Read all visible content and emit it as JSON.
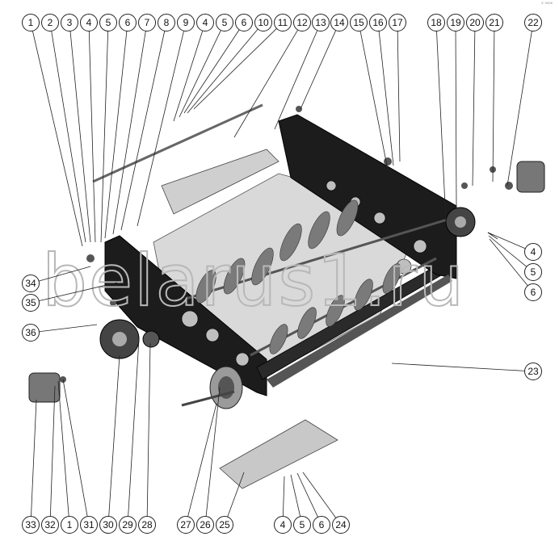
{
  "diagram": {
    "watermark": "belarus1.ru",
    "corner_code": "4° 0006",
    "top_labels": [
      "1",
      "2",
      "3",
      "4",
      "5",
      "6",
      "7",
      "8",
      "9",
      "4",
      "5",
      "6",
      "10",
      "11",
      "12",
      "13",
      "14",
      "15",
      "16",
      "17",
      "18",
      "19",
      "20",
      "21",
      "22"
    ],
    "right_labels": [
      "4",
      "5",
      "6",
      "23"
    ],
    "left_labels": [
      "34",
      "35",
      "36"
    ],
    "bottom_labels": [
      "33",
      "32",
      "1",
      "31",
      "30",
      "29",
      "28",
      "27",
      "26",
      "25",
      "4",
      "5",
      "6",
      "24"
    ]
  }
}
